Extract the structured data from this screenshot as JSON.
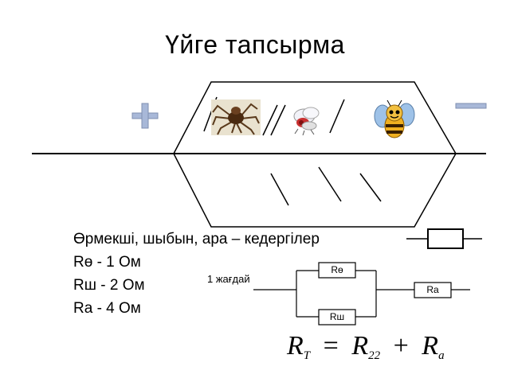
{
  "title": "Үйге тапсырма",
  "signs": {
    "plus": "+",
    "minus": "−"
  },
  "insects": [
    "spider",
    "fly",
    "bee"
  ],
  "definitions": [
    "Өрмекші, шыбын, ара – кедергілер",
    "Rө - 1 Ом",
    "Rш - 2 Ом",
    "Ra - 4 Ом"
  ],
  "circuit": {
    "case_label": "1 жағдай",
    "resistor_top": "Rө",
    "resistor_bottom": "Rш",
    "resistor_series": "Ra"
  },
  "formula": {
    "lhs": "R",
    "lhs_sub": "T",
    "eq": "=",
    "term1": "R",
    "term1_sub": "22",
    "plus": "+",
    "term2": "R",
    "term2_sub": "a"
  },
  "colors": {
    "plus_sign": "#a8b8d8",
    "minus_sign": "#a8b8d8",
    "line": "#000000"
  }
}
